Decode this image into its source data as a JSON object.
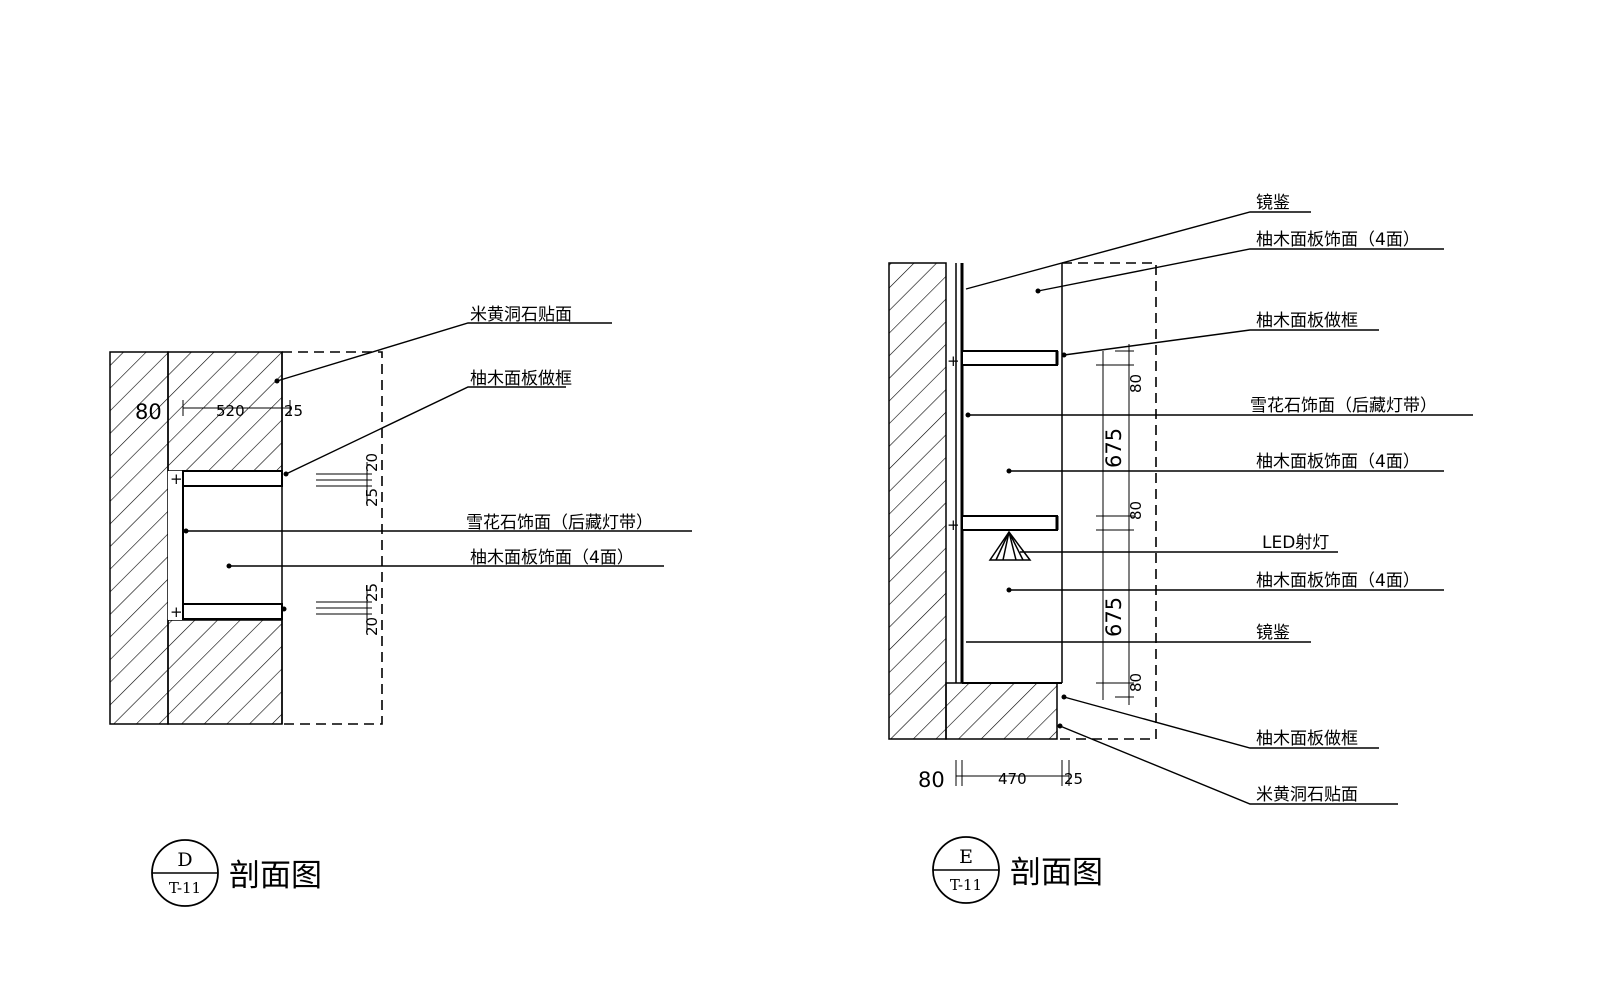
{
  "section_d": {
    "title": "剖面图",
    "badge": {
      "letter": "D",
      "sheet": "T-11"
    },
    "dimensions": {
      "wall": "80",
      "depth": "520",
      "frame": "25",
      "top_a": "20",
      "top_b": "25",
      "bot_a": "25",
      "bot_b": "20"
    },
    "labels": {
      "stone_facing": "米黄洞石贴面",
      "teak_frame": "柚木面板做框",
      "marble_facing": "雪花石饰面（后藏灯带）",
      "teak_facing": "柚木面板饰面（4面）"
    }
  },
  "section_e": {
    "title": "剖面图",
    "badge": {
      "letter": "E",
      "sheet": "T-11"
    },
    "dimensions": {
      "wall": "80",
      "depth": "470",
      "frame": "25",
      "shelf_top": "80",
      "upper_height": "675",
      "shelf_mid": "80",
      "lower_height": "675",
      "shelf_bot": "80"
    },
    "labels": {
      "mirror_top": "镜鉴",
      "teak_facing_top": "柚木面板饰面（4面）",
      "teak_frame_top": "柚木面板做框",
      "marble_facing": "雪花石饰面（后藏灯带）",
      "teak_facing_mid": "柚木面板饰面（4面）",
      "led_spot": "LED射灯",
      "teak_facing_low": "柚木面板饰面（4面）",
      "mirror_bottom": "镜鉴",
      "teak_frame_bottom": "柚木面板做框",
      "stone_facing": "米黄洞石贴面"
    }
  }
}
